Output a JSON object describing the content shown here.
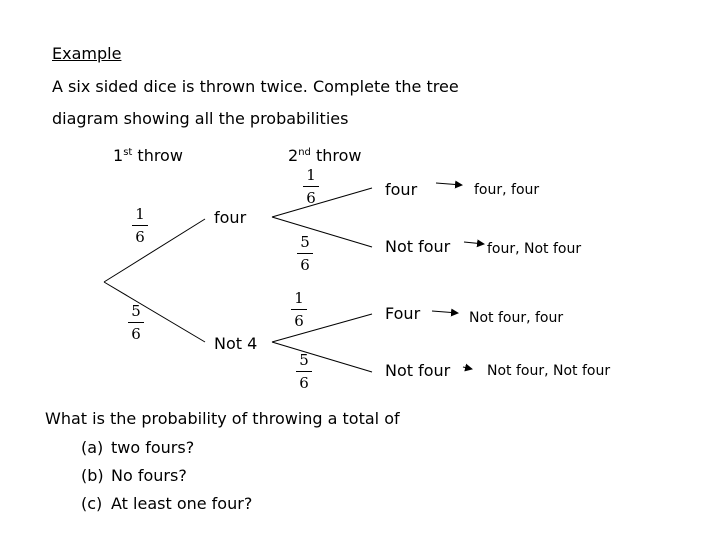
{
  "heading": "Example",
  "intro_line1": "A six sided dice is thrown twice. Complete the tree",
  "intro_line2": "diagram showing all the probabilities",
  "throw1": {
    "num": "1",
    "sup": "st",
    "rest": " throw"
  },
  "throw2": {
    "num": "2",
    "sup": "nd",
    "rest": " throw"
  },
  "first_branches": [
    {
      "label": "four",
      "prob": {
        "num": "1",
        "den": "6"
      }
    },
    {
      "label": "Not 4",
      "prob": {
        "num": "5",
        "den": "6"
      }
    }
  ],
  "second_branches": [
    {
      "label": "four",
      "prob": {
        "num": "1",
        "den": "6"
      },
      "outcome": "four, four"
    },
    {
      "label": "Not four",
      "prob": {
        "num": "5",
        "den": "6"
      },
      "outcome": "four, Not four"
    },
    {
      "label": "Four",
      "prob": {
        "num": "1",
        "den": "6"
      },
      "outcome": "Not four, four"
    },
    {
      "label": "Not four",
      "prob": {
        "num": "5",
        "den": "6"
      },
      "outcome": "Not four, Not four"
    }
  ],
  "question": "What is the probability of throwing a total of",
  "parts": [
    {
      "label": "(a)",
      "text": "two fours?"
    },
    {
      "label": "(b)",
      "text": "No fours?"
    },
    {
      "label": "(c)",
      "text": "At least one four?"
    }
  ]
}
